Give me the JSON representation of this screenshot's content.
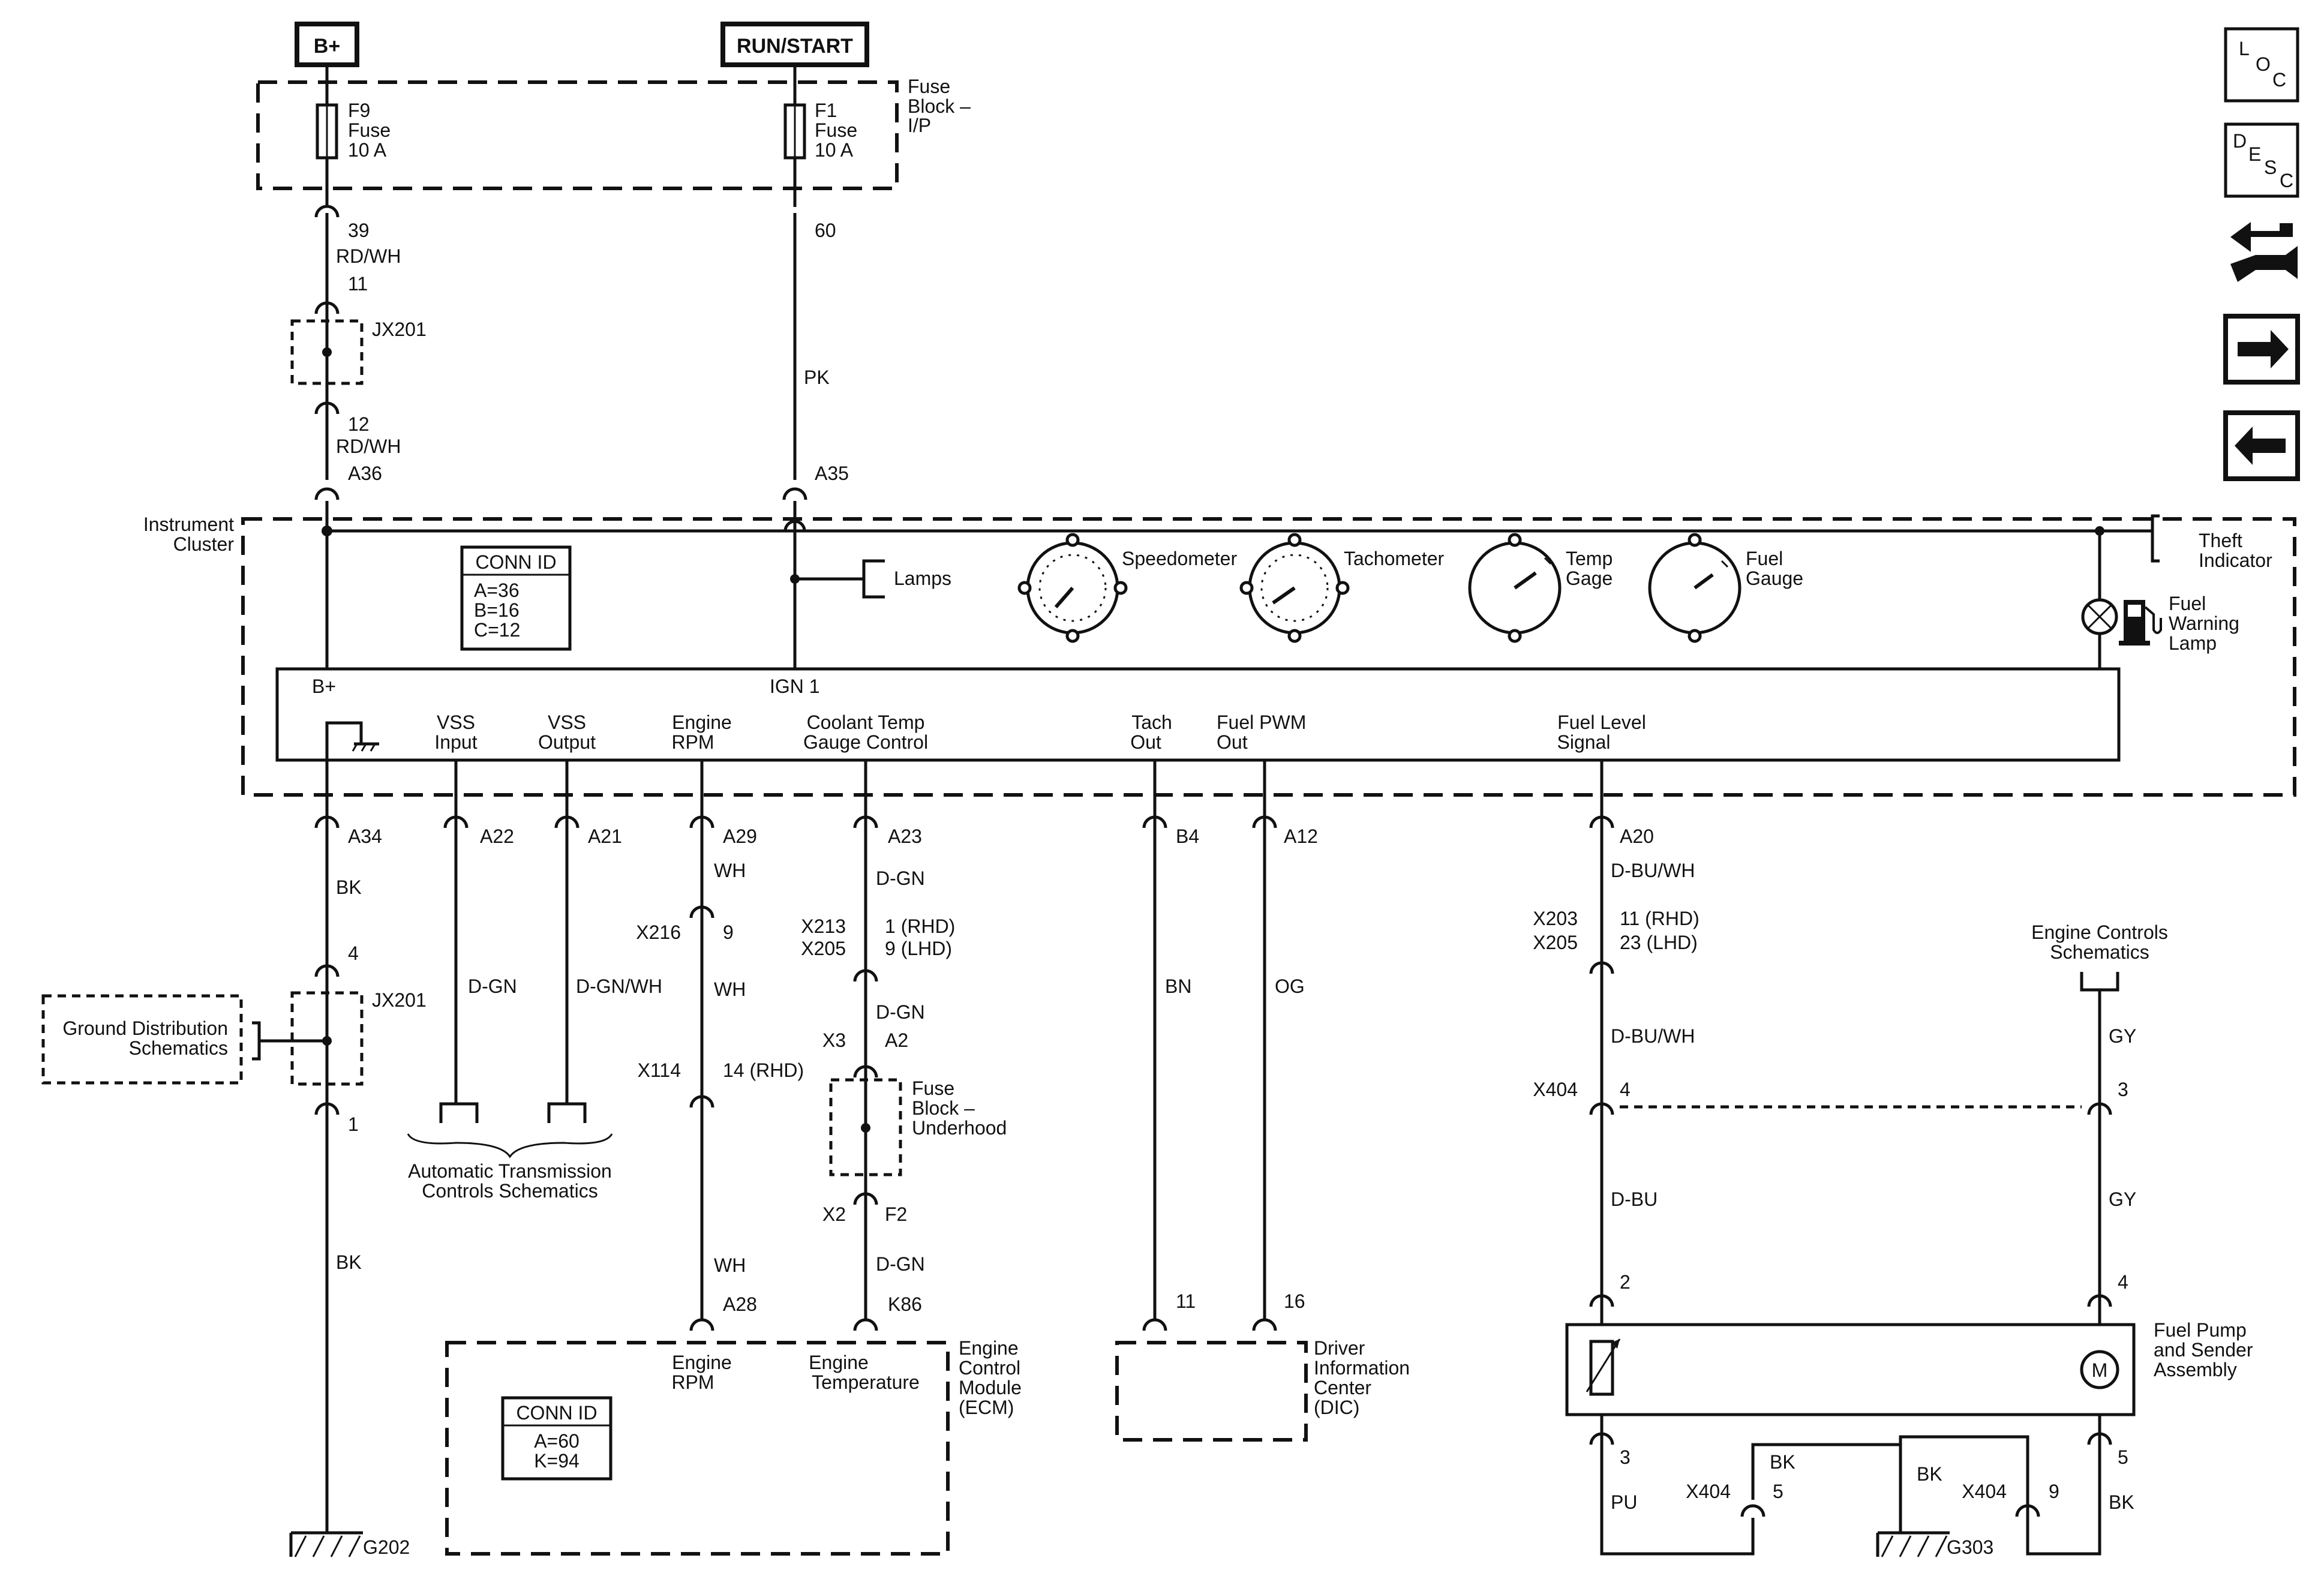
{
  "power": {
    "bplus": "B+",
    "runstart": "RUN/START"
  },
  "fuse_block_ip": {
    "line1": "Fuse",
    "line2": "Block –",
    "line3": "I/P"
  },
  "fuses": [
    {
      "name": "F9",
      "type": "Fuse",
      "rating": "10 A"
    },
    {
      "name": "F1",
      "type": "Fuse",
      "rating": "10 A"
    }
  ],
  "nav_icons": {
    "loc": [
      "L",
      "O",
      "C"
    ],
    "desc": [
      "D",
      "E",
      "S",
      "C"
    ]
  },
  "left_feed": {
    "pin39": "39",
    "rdwh1": "RD/WH",
    "pin11": "11",
    "jx201": "JX201",
    "pin12": "12",
    "rdwh2": "RD/WH",
    "a36": "A36"
  },
  "run_feed": {
    "pin60": "60",
    "pk": "PK",
    "a35": "A35"
  },
  "cluster": {
    "line1": "Instrument",
    "line2": "Cluster",
    "conn_id_title": "CONN ID",
    "conn_id": [
      "A=36",
      "B=16",
      "C=12"
    ],
    "lamps": "Lamps",
    "gauges": [
      {
        "line1": "Speedometer",
        "line2": ""
      },
      {
        "line1": "Tachometer",
        "line2": ""
      },
      {
        "line1": "Temp",
        "line2": "Gage"
      },
      {
        "line1": "Fuel",
        "line2": "Gauge"
      }
    ],
    "theft1": "Theft",
    "theft2": "Indicator",
    "fuelwarn1": "Fuel",
    "fuelwarn2": "Warning",
    "fuelwarn3": "Lamp",
    "bplus": "B+",
    "ign1": "IGN 1"
  },
  "signals": [
    {
      "line1": "VSS",
      "line2": "Input"
    },
    {
      "line1": "VSS",
      "line2": "Output"
    },
    {
      "line1": "Engine",
      "line2": "RPM"
    },
    {
      "line1": "Coolant Temp",
      "line2": "Gauge Control"
    },
    {
      "line1": "Tach",
      "line2": "Out"
    },
    {
      "line1": "Fuel PWM",
      "line2": "Out"
    },
    {
      "line1": "Fuel Level",
      "line2": "Signal"
    }
  ],
  "ground": {
    "a34": "A34",
    "bk1": "BK",
    "pin4": "4",
    "jx201": "JX201",
    "pin1": "1",
    "bk2": "BK",
    "g202": "G202",
    "dist1": "Ground Distribution",
    "dist2": "Schematics"
  },
  "vss": {
    "a22": "A22",
    "a21": "A21",
    "dgn": "D-GN",
    "dgnwh": "D-GN/WH",
    "tcs1": "Automatic Transmission",
    "tcs2": "Controls Schematics"
  },
  "rpm": {
    "a29": "A29",
    "wh1": "WH",
    "x216": "X216",
    "pin9": "9",
    "wh2": "WH",
    "x114": "X114",
    "rhd14": "14 (RHD)",
    "wh3": "WH",
    "a28": "A28"
  },
  "coolant": {
    "a23": "A23",
    "dgn1": "D-GN",
    "x213": "X213",
    "x205": "X205",
    "rhd": "1 (RHD)",
    "lhd": "9 (LHD)",
    "dgn2": "D-GN",
    "x3": "X3",
    "a2": "A2",
    "fb1": "Fuse",
    "fb2": "Block –",
    "fb3": "Underhood",
    "x2": "X2",
    "f2": "F2",
    "dgn3": "D-GN",
    "k86": "K86"
  },
  "ecm": {
    "rpm1": "Engine",
    "rpm2": "RPM",
    "temp1": "Engine",
    "temp2": "Temperature",
    "name1": "Engine",
    "name2": "Control",
    "name3": "Module",
    "name4": "(ECM)",
    "conn_id_title": "CONN ID",
    "conn_id": [
      "A=60",
      "K=94"
    ]
  },
  "dic_wires": {
    "b4": "B4",
    "a12": "A12",
    "bn": "BN",
    "og": "OG",
    "pin11": "11",
    "pin16": "16"
  },
  "dic": {
    "line1": "Driver",
    "line2": "Information",
    "line3": "Center",
    "line4": "(DIC)"
  },
  "fuel": {
    "a20": "A20",
    "dbuwh1": "D-BU/WH",
    "x203": "X203",
    "x205": "X205",
    "rhd": "11 (RHD)",
    "lhd": "23 (LHD)",
    "dbuwh2": "D-BU/WH",
    "x404": "X404",
    "pin4": "4",
    "dbu": "D-BU",
    "pin2": "2",
    "ecs1": "Engine Controls",
    "ecs2": "Schematics",
    "gy1": "GY",
    "pin3": "3",
    "gy2": "GY",
    "pin4b": "4",
    "pump1": "Fuel Pump",
    "pump2": "and Sender",
    "pump3": "Assembly",
    "motor": "M",
    "p3": "3",
    "pu": "PU",
    "x404a": "X404",
    "p5a": "5",
    "bka": "BK",
    "g303": "G303",
    "bkb": "BK",
    "x404b": "X404",
    "p9": "9",
    "p5": "5",
    "bkc": "BK"
  }
}
